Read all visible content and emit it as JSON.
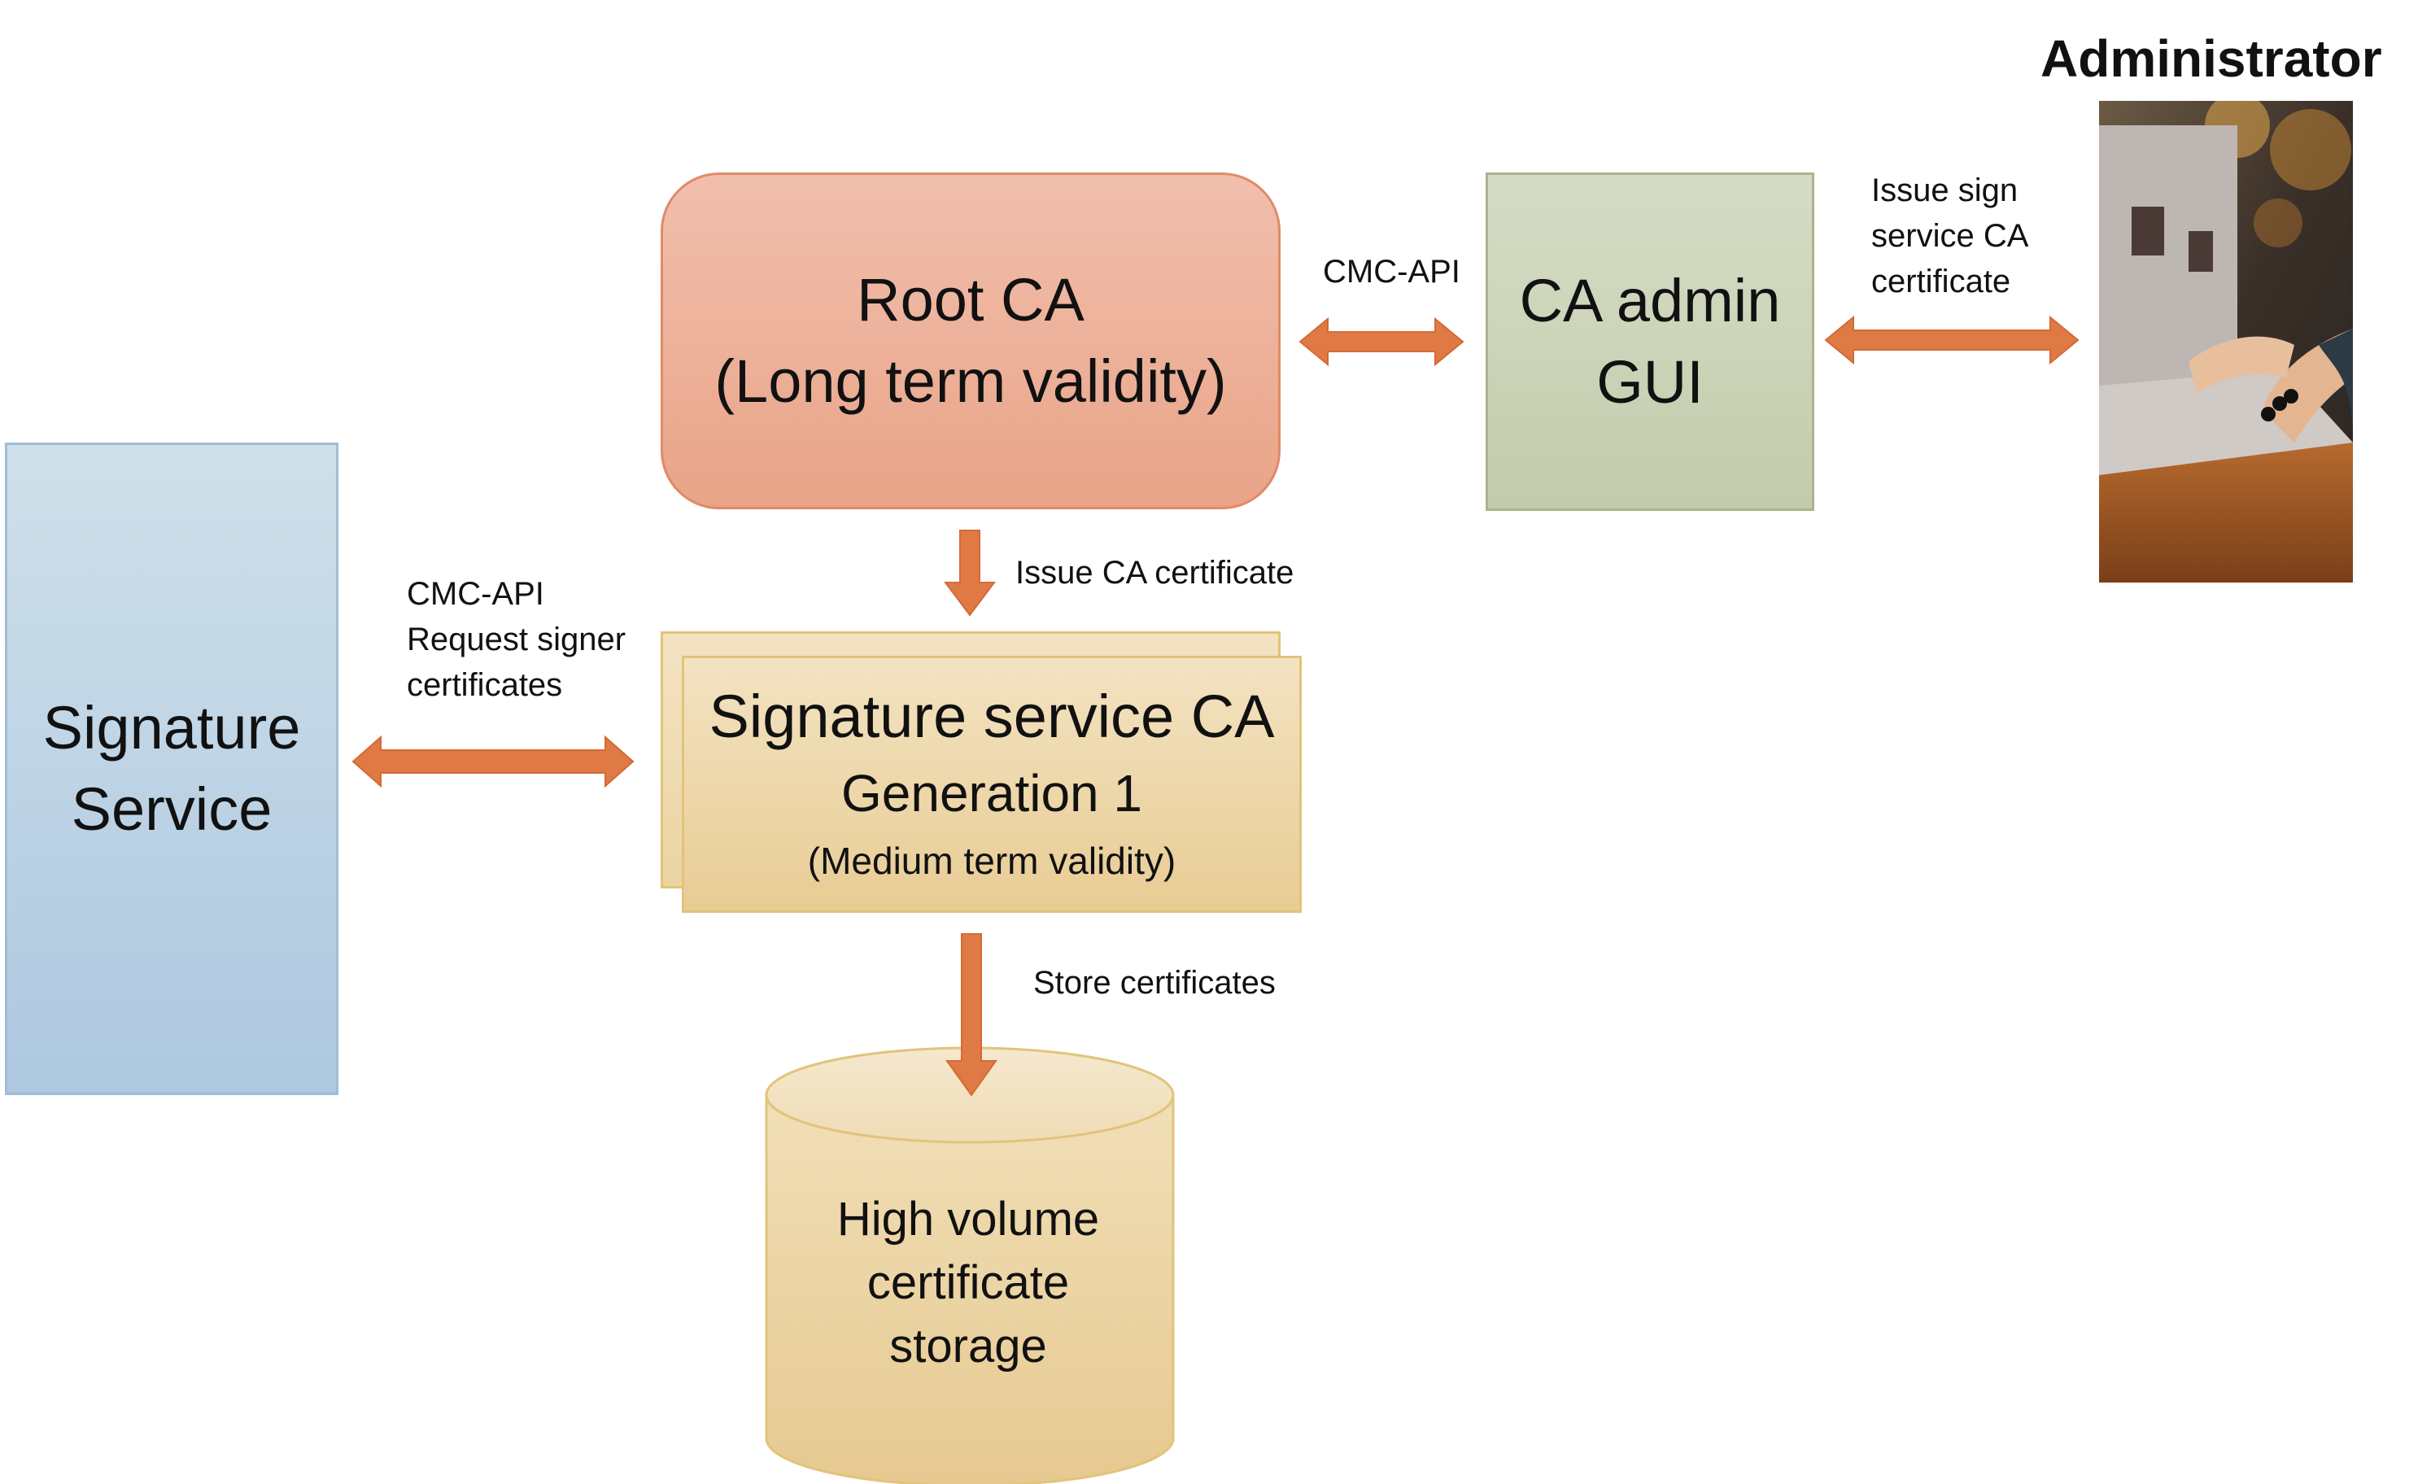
{
  "root_ca": {
    "line1": "Root CA",
    "line2": "(Long term validity)"
  },
  "ca_admin_gui": {
    "line1": "CA admin",
    "line2": "GUI"
  },
  "signature_service": {
    "line1": "Signature",
    "line2": "Service"
  },
  "signature_service_ca": {
    "line1": "Signature service CA",
    "line2": "Generation 1",
    "line3": "(Medium term validity)"
  },
  "storage": {
    "lines": [
      "High volume",
      "certificate",
      "storage"
    ]
  },
  "administrator": {
    "title": "Administrator"
  },
  "labels": {
    "root_admin_link": "CMC-API",
    "admin_user_link": [
      "Issue sign",
      "service CA",
      "certificate"
    ],
    "root_to_sigca": "Issue CA certificate",
    "sigservice_link": [
      "CMC-API",
      "Request signer",
      "certificates"
    ],
    "sigca_to_storage": "Store certificates"
  },
  "colors": {
    "arrow": "#e07a45",
    "root_ca_fill": "#eba88d",
    "ca_admin_fill": "#c9d1b5",
    "signature_service_fill": "#bcd2e6",
    "signature_ca_fill": "#eed8a8",
    "storage_fill": "#ecd29e"
  }
}
